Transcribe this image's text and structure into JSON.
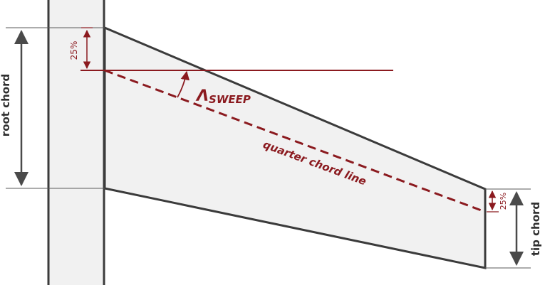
{
  "labels": {
    "root_chord": "root chord",
    "tip_chord": "tip chord",
    "root_quarter": "25%",
    "tip_quarter": "25%",
    "sweep_symbol": "Λ",
    "sweep_subscript": "SWEEP",
    "quarter_chord_line": "quarter chord line"
  },
  "colors": {
    "outline": "#3b3b3b",
    "fill": "#f1f1f1",
    "accent": "#8b1a1f",
    "dimension": "#4a4a4a"
  }
}
